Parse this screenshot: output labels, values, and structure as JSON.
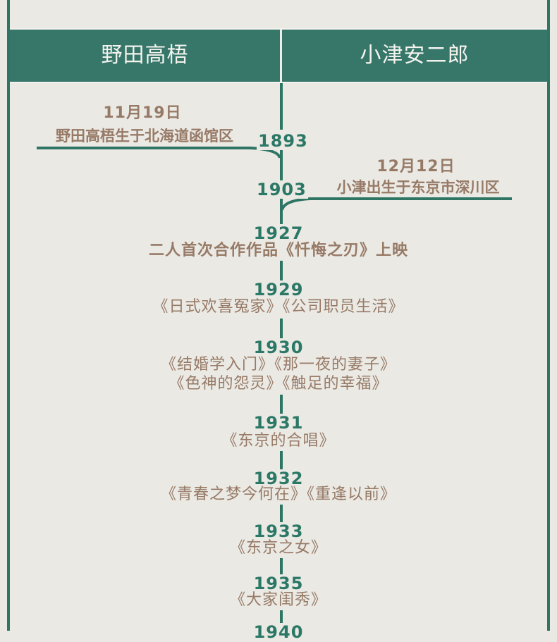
{
  "header": {
    "left_title": "野田高梧",
    "right_title": "小津安二郎"
  },
  "colors": {
    "background": "#eae9e4",
    "accent_green": "#37776a",
    "line_green": "#2f7564",
    "year_text": "#2b7866",
    "body_text": "#977a66",
    "header_text": "#f4f3ee"
  },
  "births": {
    "noda": {
      "date": "11月19日",
      "text": "野田高梧生于北海道函馆区",
      "year": "1893"
    },
    "ozu": {
      "date": "12月12日",
      "text": "小津出生于东京市深川区",
      "year": "1903"
    }
  },
  "timeline": [
    {
      "year": "1927",
      "lines": [
        "二人首次合作作品《忏悔之刃》上映"
      ],
      "bold": true
    },
    {
      "year": "1929",
      "lines": [
        "《日式欢喜冤家》《公司职员生活》"
      ]
    },
    {
      "year": "1930",
      "lines": [
        "《结婚学入门》《那一夜的妻子》",
        "《色神的怨灵》《触足的幸福》"
      ]
    },
    {
      "year": "1931",
      "lines": [
        "《东京的合唱》"
      ]
    },
    {
      "year": "1932",
      "lines": [
        "《青春之梦今何在》《重逢以前》"
      ]
    },
    {
      "year": "1933",
      "lines": [
        "《东京之女》"
      ]
    },
    {
      "year": "1935",
      "lines": [
        "《大家闺秀》"
      ]
    },
    {
      "year": "1940",
      "lines": []
    }
  ]
}
